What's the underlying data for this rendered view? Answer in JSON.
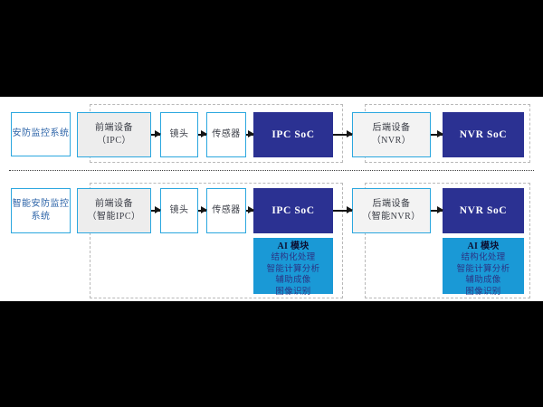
{
  "diagram": {
    "rows": [
      {
        "system_label_lines": [
          "安防监控系统"
        ],
        "frontend_lines": [
          "前端设备",
          "（IPC）"
        ],
        "lens_label": "镜头",
        "sensor_label": "传感器",
        "ipc_soc_label": "IPC SoC",
        "backend_lines": [
          "后端设备",
          "（NVR）"
        ],
        "nvr_soc_label": "NVR SoC"
      },
      {
        "system_label_lines": [
          "智能安防监控",
          "系统"
        ],
        "frontend_lines": [
          "前端设备",
          "（智能IPC）"
        ],
        "lens_label": "镜头",
        "sensor_label": "传感器",
        "ipc_soc_label": "IPC SoC",
        "backend_lines": [
          "后端设备",
          "（智能NVR）"
        ],
        "nvr_soc_label": "NVR SoC",
        "ai_module": {
          "title": "AI 模块",
          "items": [
            "结构化处理",
            "智能计算分析",
            "辅助成像",
            "图像识别"
          ]
        }
      }
    ],
    "colors": {
      "soc_box": "#2B3192",
      "ai_box": "#1A99D6",
      "box_border": "#2BA7DF",
      "system_label_text": "#2D64A8",
      "letterbox": "#000000"
    }
  }
}
